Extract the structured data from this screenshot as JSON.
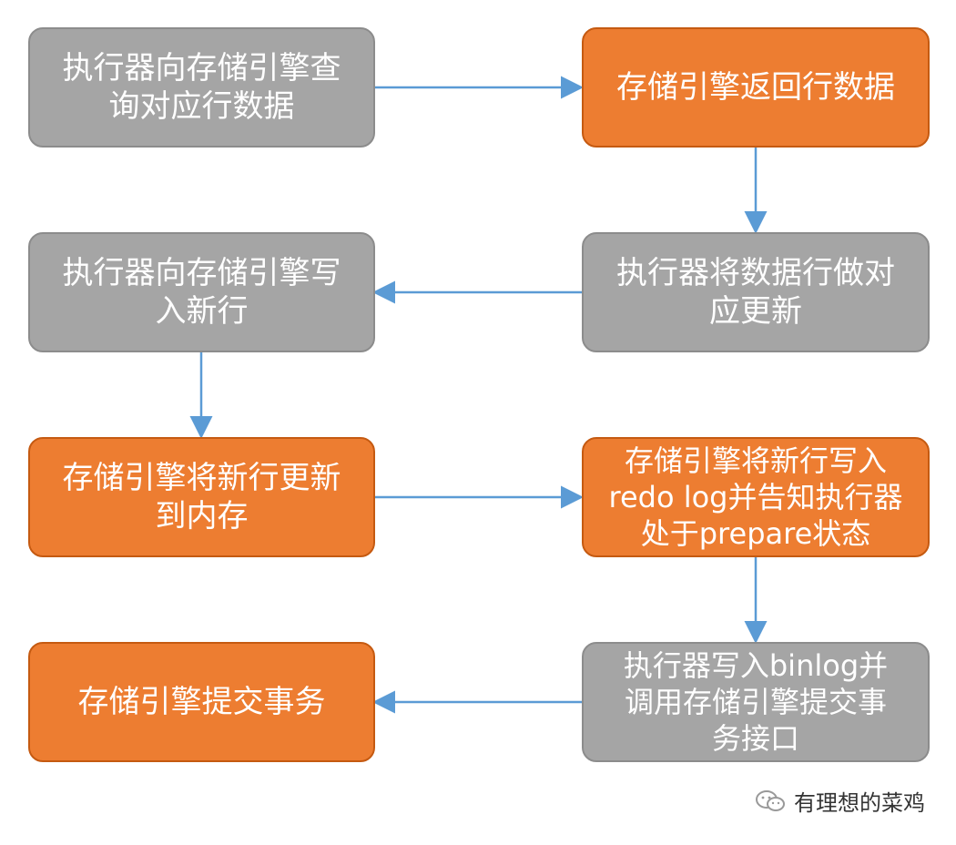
{
  "nodes": [
    {
      "id": "n1",
      "text": "执行器向存储引擎查\n询对应行数据",
      "color": "gray"
    },
    {
      "id": "n2",
      "text": "存储引擎返回行数据",
      "color": "orange"
    },
    {
      "id": "n3",
      "text": "执行器将数据行做对\n应更新",
      "color": "gray"
    },
    {
      "id": "n4",
      "text": "执行器向存储引擎写\n入新行",
      "color": "gray"
    },
    {
      "id": "n5",
      "text": "存储引擎将新行更新\n到内存",
      "color": "orange"
    },
    {
      "id": "n6",
      "text": "存储引擎将新行写入\nredo log并告知执行器\n处于prepare状态",
      "color": "orange"
    },
    {
      "id": "n7",
      "text": "执行器写入binlog并\n调用存储引擎提交事\n务接口",
      "color": "gray"
    },
    {
      "id": "n8",
      "text": "存储引擎提交事务",
      "color": "orange"
    }
  ],
  "watermark": {
    "text": "有理想的菜鸡",
    "icon": "wechat-icon"
  },
  "colors": {
    "gray": "#a5a5a5",
    "orange": "#ed7d31",
    "arrow": "#5b9bd5"
  }
}
